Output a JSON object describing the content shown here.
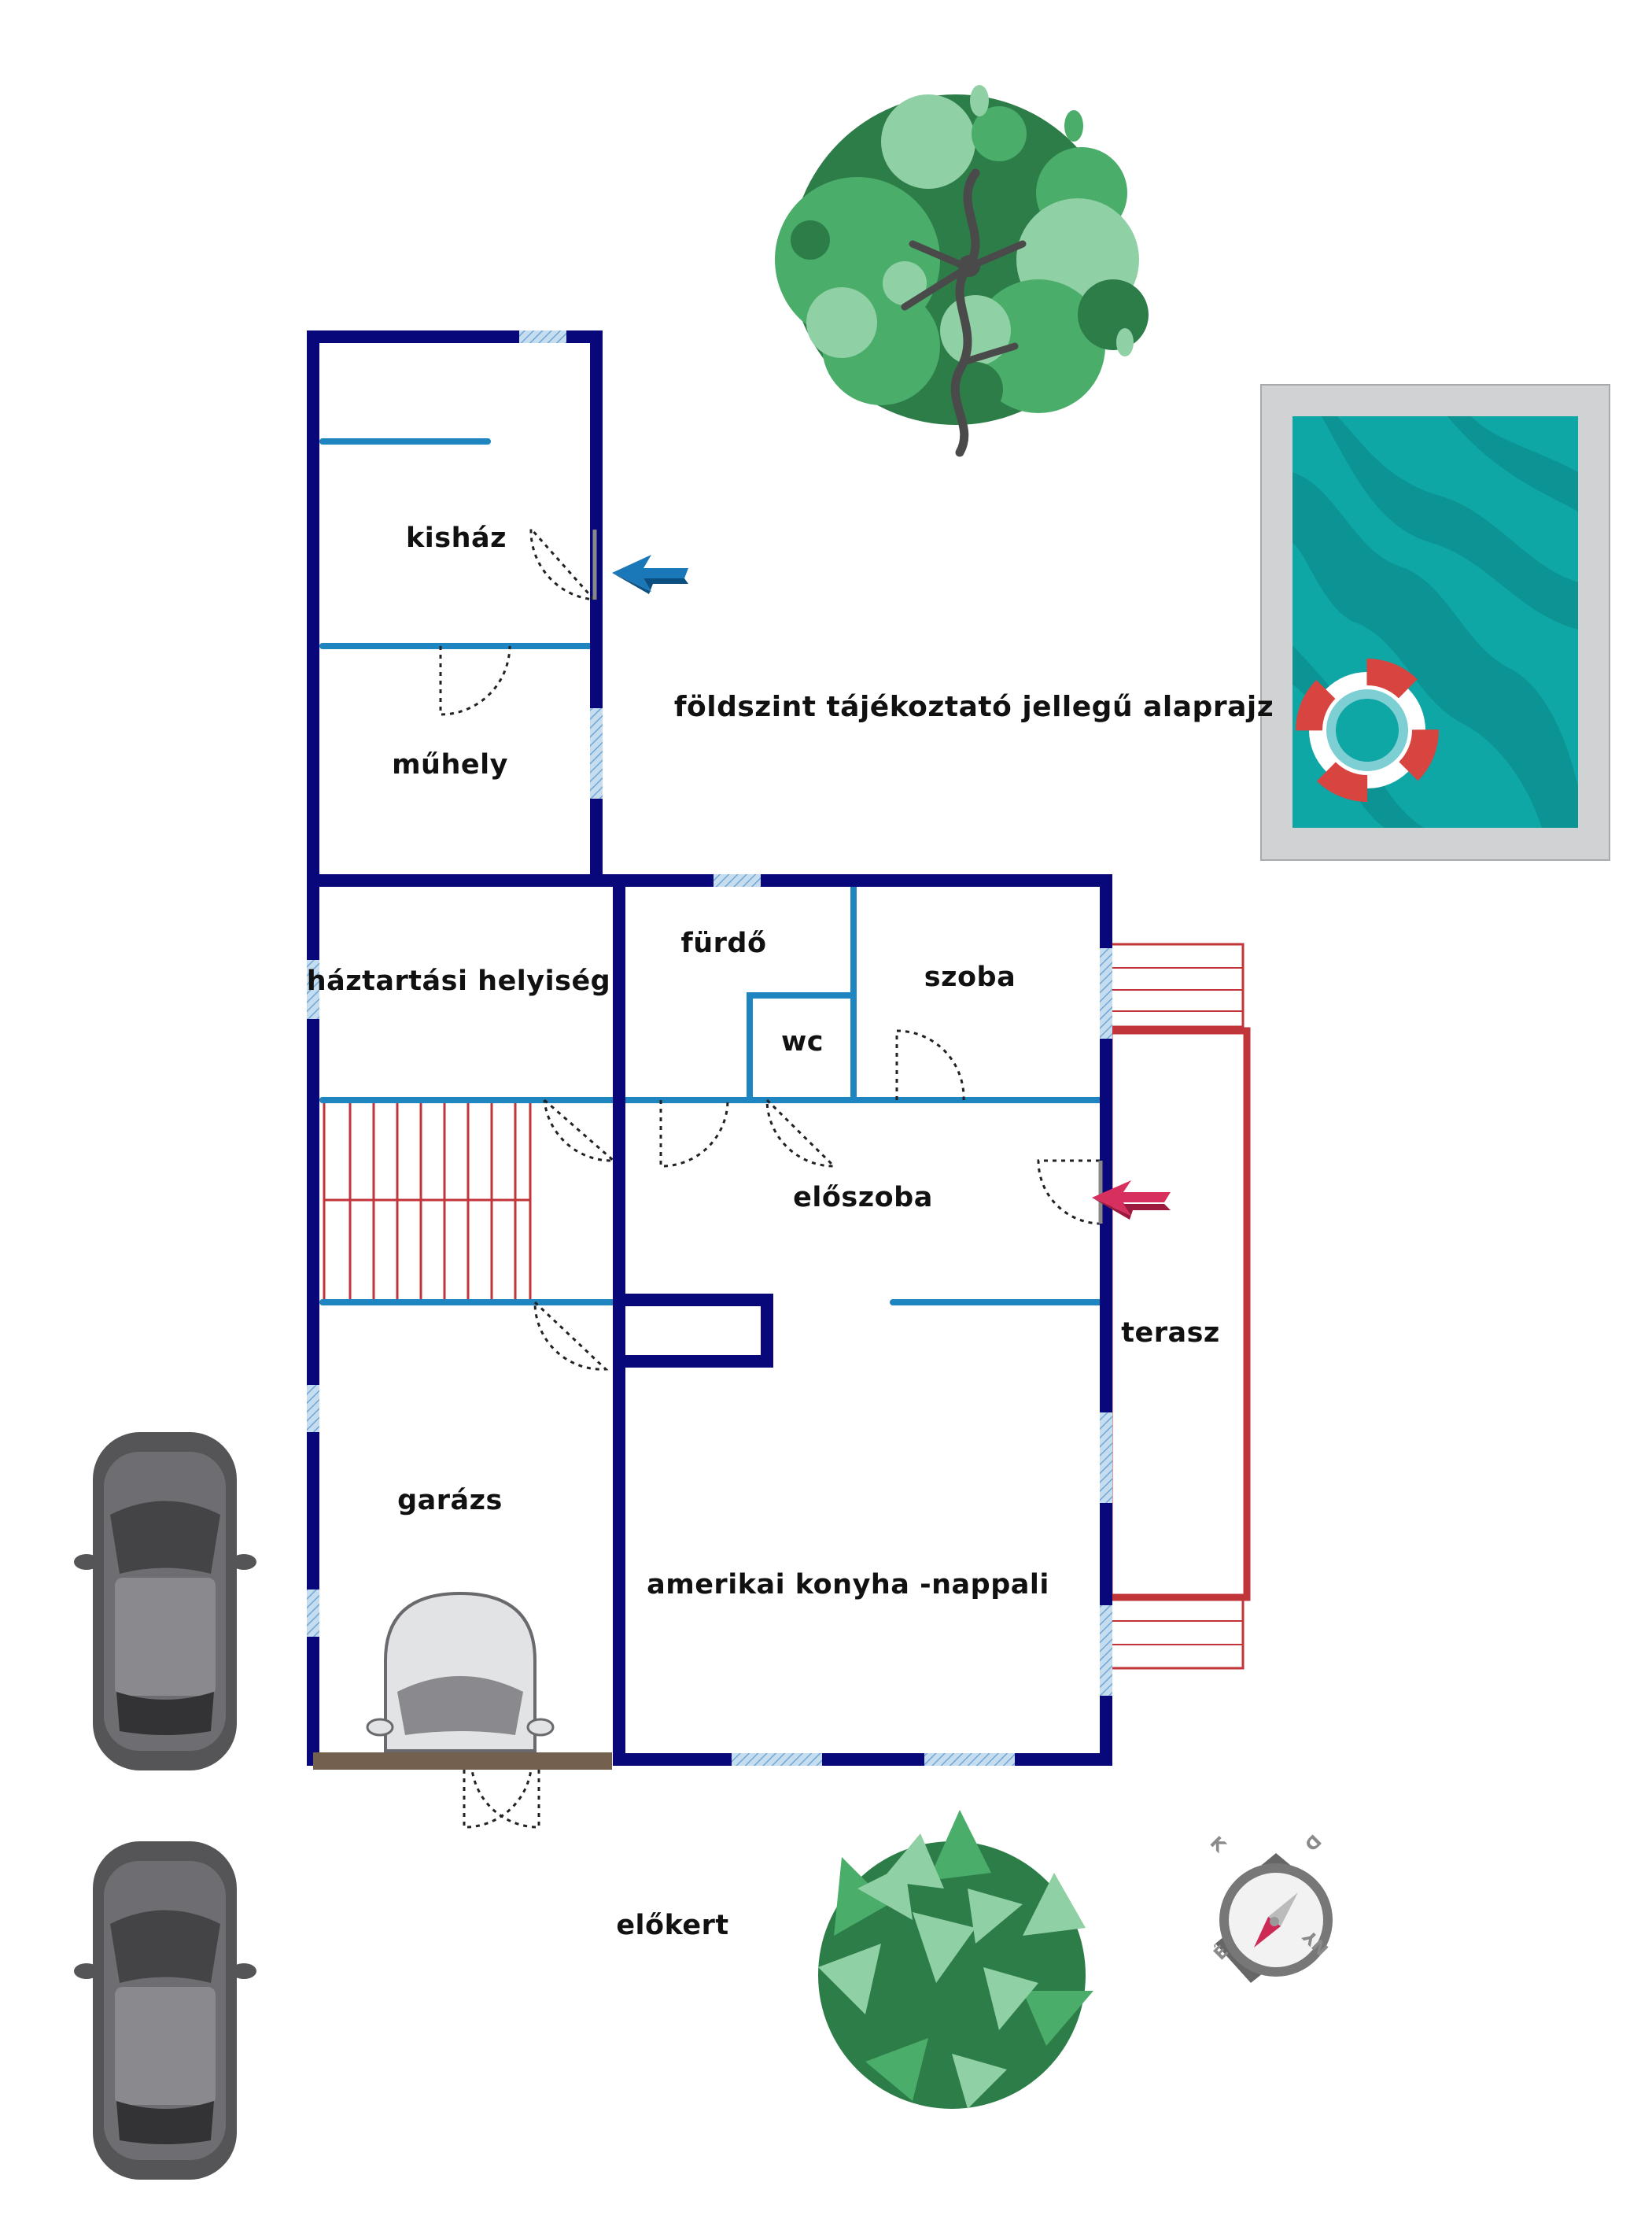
{
  "title": "földszint tájékoztató jellegű alaprajz",
  "rooms": {
    "kishaz": "kisház",
    "muhely": "műhely",
    "haztartasi": "háztartási helyiség",
    "furdo": "fürdő",
    "wc": "wc",
    "szoba": "szoba",
    "eloszoba": "előszoba",
    "terasz": "terasz",
    "garazs": "garázs",
    "konyha_nappali": "amerikai konyha -nappali"
  },
  "outdoor": {
    "elokert": "előkert"
  },
  "compass": {
    "north": "K",
    "east": "D",
    "south": "NY",
    "west": "É"
  },
  "colors": {
    "outer_wall": "#08087a",
    "inner_wall": "#1e85c0",
    "window": "#9fc6e6",
    "stairs_terrace": "#c0343a",
    "entrance_arrow": "#cc2a55",
    "side_arrow": "#1a77b8",
    "pool_water": "#0fa6a6",
    "pool_border": "#d0d2d4",
    "tree_green": "#3d9e5e",
    "car_dark": "#555558",
    "car_light": "#e2e3e5",
    "garage_door": "#74604e"
  }
}
